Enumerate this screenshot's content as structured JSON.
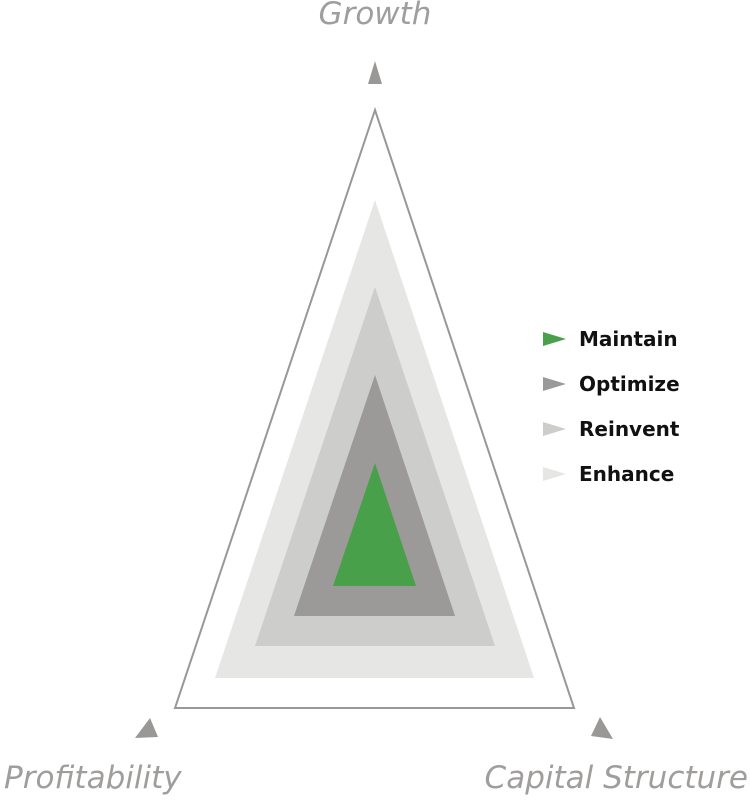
{
  "colors": {
    "axis_text": "#a09e9c",
    "outline": "#9a9896",
    "arrow": "#9a9896",
    "maintain": "#49a04a",
    "optimize": "#9c9a98",
    "reinvent": "#cdcdcc",
    "enhance": "#e6e6e5"
  },
  "axes": {
    "top": "Growth",
    "bottom_left": "Profitability",
    "bottom_right": "Capital Structure"
  },
  "legend": [
    {
      "label": "Maintain",
      "color": "#49a04a"
    },
    {
      "label": "Optimize",
      "color": "#9c9a98"
    },
    {
      "label": "Reinvent",
      "color": "#cdcdcc"
    },
    {
      "label": "Enhance",
      "color": "#e6e6e5"
    }
  ],
  "levels": [
    "Enhance",
    "Reinvent",
    "Optimize",
    "Maintain"
  ]
}
